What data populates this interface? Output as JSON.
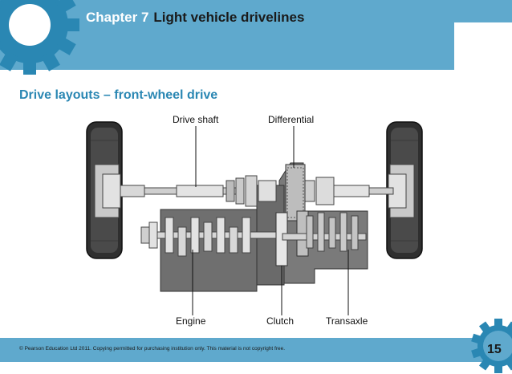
{
  "header": {
    "chapter_label": "Chapter 7",
    "chapter_title": "Light vehicle drivelines"
  },
  "slide_title": "Drive layouts – front-wheel drive",
  "diagram": {
    "labels": {
      "drive_shaft": "Drive shaft",
      "differential": "Differential",
      "engine": "Engine",
      "clutch": "Clutch",
      "transaxle": "Transaxle"
    }
  },
  "footer": {
    "copyright": "© Pearson Education Ltd 2011. Copying permitted for purchasing institution only. This material is not copyright free.",
    "page_number": "15"
  },
  "colors": {
    "band": "#5fa9cd",
    "title_blue": "#2a87b3",
    "gear_blue": "#2a87b3"
  }
}
